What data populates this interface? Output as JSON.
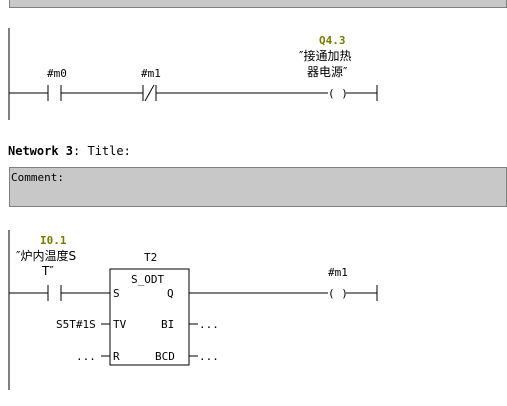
{
  "network2": {
    "contact1": {
      "label": "#m0"
    },
    "contact2": {
      "label": "#m1"
    },
    "coil": {
      "address": "Q4.3",
      "symbol_line1": "″接通加热",
      "symbol_line2": "器电源″",
      "glyph": "( )"
    }
  },
  "network3": {
    "title_bold": "Network 3",
    "title_rest": ": Title:",
    "comment_label": "Comment:",
    "contact": {
      "address": "I0.1",
      "symbol_line1": "″炉内温度S",
      "symbol_line2": "T″"
    },
    "timer": {
      "name": "T2",
      "type": "S_ODT",
      "pin_s": "S",
      "pin_q": "Q",
      "pin_tv": "TV",
      "pin_bi": "BI",
      "pin_r": "R",
      "pin_bcd": "BCD",
      "tv_value": "S5T#1S",
      "bi_value": "...",
      "r_value": "...",
      "bcd_value": "..."
    },
    "coil": {
      "label": "#m1",
      "glyph": "( )"
    }
  },
  "colors": {
    "address": "#7a7a00",
    "comment_bg": "#c8c8c8"
  }
}
